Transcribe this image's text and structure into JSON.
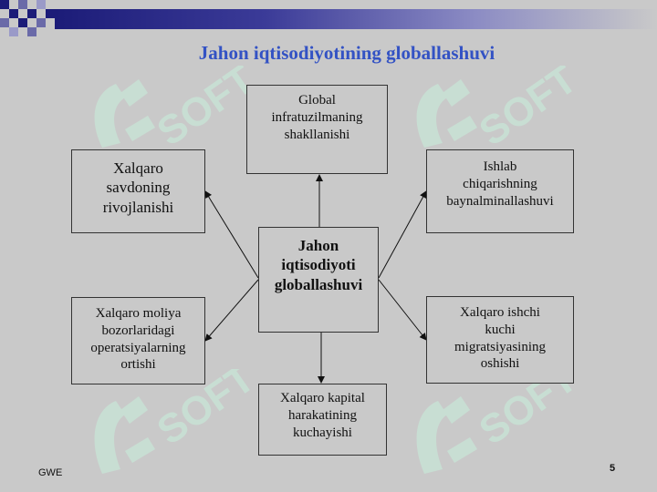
{
  "slide": {
    "title": "Jahon iqtisodiyotining globallashuvi",
    "footer_left": "GWE",
    "page_number": "5"
  },
  "nodes": {
    "center": [
      "Jahon",
      "iqtisodiyoti",
      "globallashuvi"
    ],
    "top": [
      "Global",
      "infratuzilmaning",
      "shakllanishi"
    ],
    "upper_left": [
      "Xalqaro",
      "savdoning",
      "rivojlanishi"
    ],
    "upper_right": [
      "Ishlab",
      "chiqarishning",
      "baynalminallashuvi"
    ],
    "lower_left": [
      "Xalqaro moliya",
      "bozorlaridagi",
      "operatsiyalarning",
      "ortishi"
    ],
    "lower_right": [
      "Xalqaro ishchi",
      "kuchi",
      "migratsiyasining",
      "oshishi"
    ],
    "bottom": [
      "Xalqaro kapital",
      "harakatining",
      "kuchayishi"
    ]
  },
  "edges": [
    {
      "from": "center",
      "to": "top"
    },
    {
      "from": "center",
      "to": "upper_left"
    },
    {
      "from": "center",
      "to": "upper_right"
    },
    {
      "from": "center",
      "to": "lower_left"
    },
    {
      "from": "center",
      "to": "lower_right"
    },
    {
      "from": "center",
      "to": "bottom"
    }
  ],
  "colors": {
    "background": "#c9c9c9",
    "title": "#3352c4",
    "header_bar": "#1c1c78",
    "watermark": "#c8f0dc",
    "border": "#333333"
  },
  "watermark": {
    "icon": "soft-logo-icon",
    "text": "SOFT"
  }
}
